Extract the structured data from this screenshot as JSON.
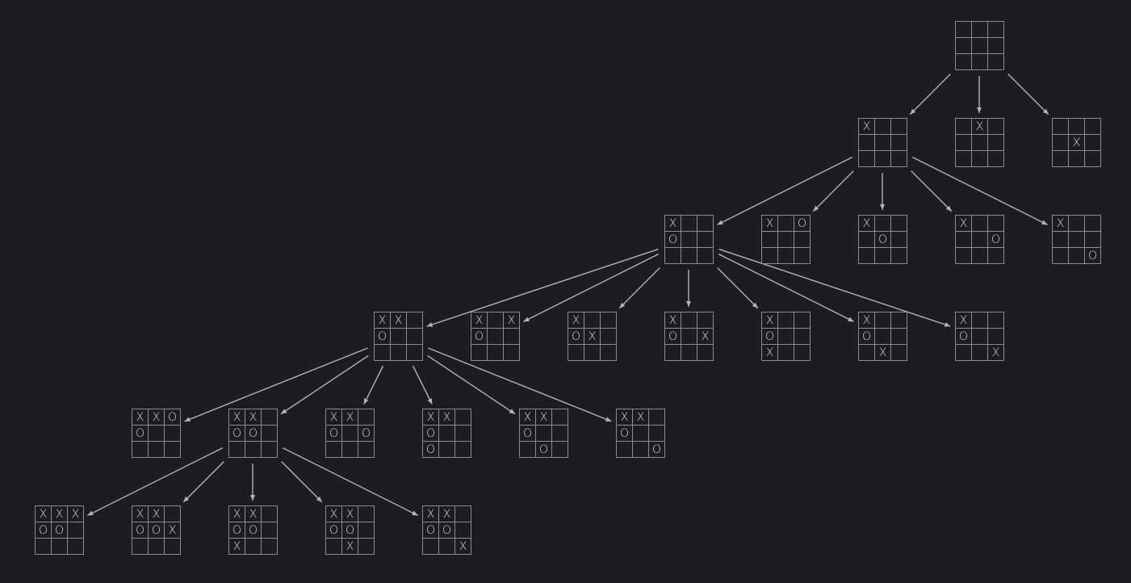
{
  "colors": {
    "background": "#1c1c21",
    "grid_line": "#8a8a90",
    "mark": "#d8d8dc",
    "edge": "#b4b4b8"
  },
  "boards": [
    {
      "id": "root",
      "cells": [
        "",
        "",
        "",
        "",
        "",
        "",
        "",
        "",
        ""
      ]
    },
    {
      "id": "l1-a",
      "cells": [
        "X",
        "",
        "",
        "",
        "",
        "",
        "",
        "",
        ""
      ]
    },
    {
      "id": "l1-b",
      "cells": [
        "",
        "X",
        "",
        "",
        "",
        "",
        "",
        "",
        ""
      ]
    },
    {
      "id": "l1-c",
      "cells": [
        "",
        "",
        "",
        "",
        "X",
        "",
        "",
        "",
        ""
      ]
    },
    {
      "id": "l2-a",
      "cells": [
        "X",
        "",
        "",
        "O",
        "",
        "",
        "",
        "",
        ""
      ]
    },
    {
      "id": "l2-b",
      "cells": [
        "X",
        "",
        "O",
        "",
        "",
        "",
        "",
        "",
        ""
      ]
    },
    {
      "id": "l2-c",
      "cells": [
        "X",
        "",
        "",
        "",
        "O",
        "",
        "",
        "",
        ""
      ]
    },
    {
      "id": "l2-d",
      "cells": [
        "X",
        "",
        "",
        "",
        "",
        "O",
        "",
        "",
        ""
      ]
    },
    {
      "id": "l2-e",
      "cells": [
        "X",
        "",
        "",
        "",
        "",
        "",
        "",
        "",
        "O"
      ]
    },
    {
      "id": "l3-a",
      "cells": [
        "X",
        "X",
        "",
        "O",
        "",
        "",
        "",
        "",
        ""
      ]
    },
    {
      "id": "l3-b",
      "cells": [
        "X",
        "",
        "X",
        "O",
        "",
        "",
        "",
        "",
        ""
      ]
    },
    {
      "id": "l3-c",
      "cells": [
        "X",
        "",
        "",
        "O",
        "X",
        "",
        "",
        "",
        ""
      ]
    },
    {
      "id": "l3-d",
      "cells": [
        "X",
        "",
        "",
        "O",
        "",
        "X",
        "",
        "",
        ""
      ]
    },
    {
      "id": "l3-e",
      "cells": [
        "X",
        "",
        "",
        "O",
        "",
        "",
        "X",
        "",
        ""
      ]
    },
    {
      "id": "l3-f",
      "cells": [
        "X",
        "",
        "",
        "O",
        "",
        "",
        "",
        "X",
        ""
      ]
    },
    {
      "id": "l3-g",
      "cells": [
        "X",
        "",
        "",
        "O",
        "",
        "",
        "",
        "",
        "X"
      ]
    },
    {
      "id": "l4-a",
      "cells": [
        "X",
        "X",
        "O",
        "O",
        "",
        "",
        "",
        "",
        ""
      ]
    },
    {
      "id": "l4-b",
      "cells": [
        "X",
        "X",
        "",
        "O",
        "O",
        "",
        "",
        "",
        ""
      ]
    },
    {
      "id": "l4-c",
      "cells": [
        "X",
        "X",
        "",
        "O",
        "",
        "O",
        "",
        "",
        ""
      ]
    },
    {
      "id": "l4-d",
      "cells": [
        "X",
        "X",
        "",
        "O",
        "",
        "",
        "O",
        "",
        ""
      ]
    },
    {
      "id": "l4-e",
      "cells": [
        "X",
        "X",
        "",
        "O",
        "",
        "",
        "",
        "O",
        ""
      ]
    },
    {
      "id": "l4-f",
      "cells": [
        "X",
        "X",
        "",
        "O",
        "",
        "",
        "",
        "",
        "O"
      ]
    },
    {
      "id": "l5-a",
      "cells": [
        "X",
        "X",
        "X",
        "O",
        "O",
        "",
        "",
        "",
        ""
      ]
    },
    {
      "id": "l5-b",
      "cells": [
        "X",
        "X",
        "",
        "O",
        "O",
        "X",
        "",
        "",
        ""
      ]
    },
    {
      "id": "l5-c",
      "cells": [
        "X",
        "X",
        "",
        "O",
        "O",
        "",
        "X",
        "",
        ""
      ]
    },
    {
      "id": "l5-d",
      "cells": [
        "X",
        "X",
        "",
        "O",
        "O",
        "",
        "",
        "X",
        ""
      ]
    },
    {
      "id": "l5-e",
      "cells": [
        "X",
        "X",
        "",
        "O",
        "O",
        "",
        "",
        "",
        "X"
      ]
    }
  ],
  "edges": [
    [
      "root",
      "l1-a"
    ],
    [
      "root",
      "l1-b"
    ],
    [
      "root",
      "l1-c"
    ],
    [
      "l1-a",
      "l2-a"
    ],
    [
      "l1-a",
      "l2-b"
    ],
    [
      "l1-a",
      "l2-c"
    ],
    [
      "l1-a",
      "l2-d"
    ],
    [
      "l1-a",
      "l2-e"
    ],
    [
      "l2-a",
      "l3-a"
    ],
    [
      "l2-a",
      "l3-b"
    ],
    [
      "l2-a",
      "l3-c"
    ],
    [
      "l2-a",
      "l3-d"
    ],
    [
      "l2-a",
      "l3-e"
    ],
    [
      "l2-a",
      "l3-f"
    ],
    [
      "l2-a",
      "l3-g"
    ],
    [
      "l3-a",
      "l4-a"
    ],
    [
      "l3-a",
      "l4-b"
    ],
    [
      "l3-a",
      "l4-c"
    ],
    [
      "l3-a",
      "l4-d"
    ],
    [
      "l3-a",
      "l4-e"
    ],
    [
      "l3-a",
      "l4-f"
    ],
    [
      "l4-b",
      "l5-a"
    ],
    [
      "l4-b",
      "l5-b"
    ],
    [
      "l4-b",
      "l5-c"
    ],
    [
      "l4-b",
      "l5-d"
    ],
    [
      "l4-b",
      "l5-e"
    ]
  ]
}
